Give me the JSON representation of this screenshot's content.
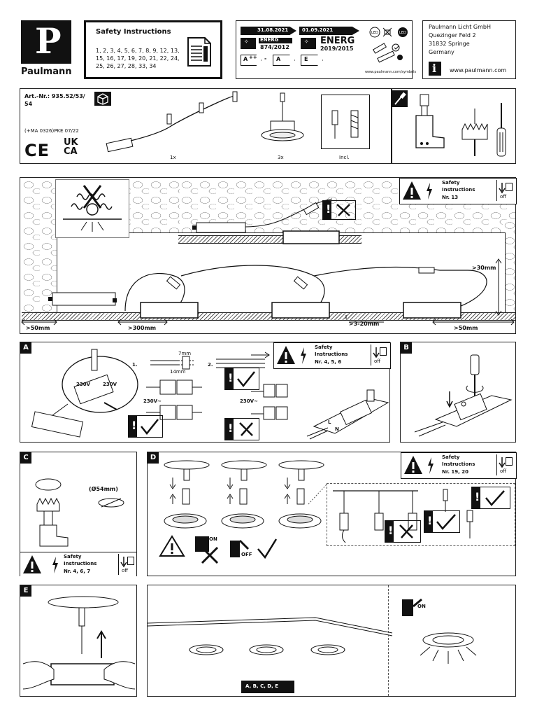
{
  "brand": {
    "name": "Paulmann",
    "logo_letter": "P"
  },
  "header": {
    "safety_title": "Safety Instructions",
    "safety_numbers_1": "1, 2, 3, 4, 5, 6, 7, 8, 9, 12, 13,",
    "safety_numbers_2": "15, 16, 17, 19, 20, 21, 22, 24,",
    "safety_numbers_3": "25, 26, 27, 28, 33, 34",
    "energy_date_1": "31.08.2021",
    "energy_date_2": "01.09.2021",
    "energy_word": "ENERG",
    "energy_reg_1": "874/2012",
    "energy_reg_2": "2019/2015",
    "class_a1": "A",
    "class_a1_sup": "++",
    "class_dash": "-",
    "class_a2": "A",
    "class_e": "E",
    "symbols_url": "www.paulmann.com/symbols",
    "company_1": "Paulmann Licht GmbH",
    "company_2": "Quezinger Feld 2",
    "company_3": "31832 Springe",
    "company_4": "Germany",
    "website": "www.paulmann.com",
    "info_icon": "i"
  },
  "article": {
    "art_nr_1": "Art.-Nr.: 935.52/53/",
    "art_nr_2": "54",
    "pke": "(+MA 0326)PKE 07/22",
    "ce": "CE",
    "ukca_1": "UK",
    "ukca_2": "CA",
    "qty_driver": "1x",
    "qty_lamps": "3x",
    "incl": "Incl."
  },
  "install": {
    "safety_label_1": "Safety",
    "safety_label_2": "Instructions",
    "safety_nr": "Nr. 13",
    "off": "off",
    "dim_30mm": ">30mm",
    "dim_50mm_left": ">50mm",
    "dim_300mm": ">300mm",
    "dim_3_20mm": ">3-20mm",
    "dim_50mm_right": ">50mm"
  },
  "panel_a": {
    "letter": "A",
    "v230_a": "230V",
    "v230_b": "230V",
    "step1": "1.",
    "step2": "2.",
    "dim_7mm": "7mm",
    "dim_14mm": "14mm",
    "v230_c": "230V~",
    "v230_d": "230V~",
    "l": "L",
    "n": "N",
    "safety_label_1": "Safety",
    "safety_label_2": "Instructions",
    "safety_nr": "Nr. 4, 5, 6",
    "off": "off"
  },
  "panel_b": {
    "letter": "B"
  },
  "panel_c": {
    "letter": "C",
    "hole": "(Ø54mm)",
    "safety_label_1": "Safety",
    "safety_label_2": "Instructions",
    "safety_nr": "Nr. 4, 6, 7",
    "off": "off"
  },
  "panel_d": {
    "letter": "D",
    "safety_label_1": "Safety",
    "safety_label_2": "Instructions",
    "safety_nr": "Nr. 19, 20",
    "off": "off",
    "on": "ON",
    "off_upper": "OFF"
  },
  "panel_e": {
    "letter": "E",
    "steps": "A, B, C, D, E",
    "on": "ON"
  }
}
